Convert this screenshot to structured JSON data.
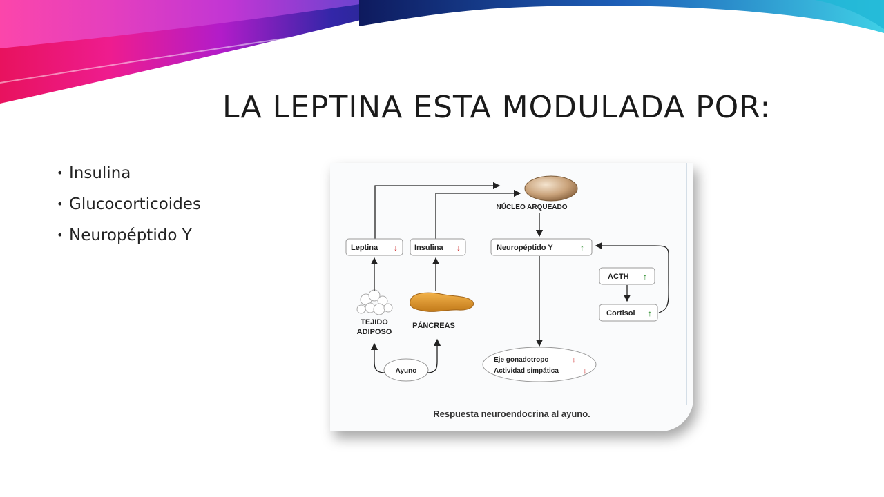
{
  "slide": {
    "title": "LA LEPTINA ESTA MODULADA POR:",
    "bullets": [
      "Insulina",
      "Glucocorticoides",
      "Neuropéptido Y"
    ]
  },
  "diagram": {
    "nucleus_label": "NÚCLEO ARQUEADO",
    "leptina": "Leptina",
    "insulina": "Insulina",
    "neuropeptido": "Neuropéptido Y",
    "acth": "ACTH",
    "cortisol": "Cortisol",
    "tejido_line1": "TEJIDO",
    "tejido_line2": "ADIPOSO",
    "pancreas": "PÁNCREAS",
    "ayuno": "Ayuno",
    "eje": "Eje gonadotropo",
    "actividad": "Actividad simpática",
    "caption": "Respuesta neuroendocrina al ayuno.",
    "down_color": "#cc2222",
    "up_color": "#228822"
  }
}
